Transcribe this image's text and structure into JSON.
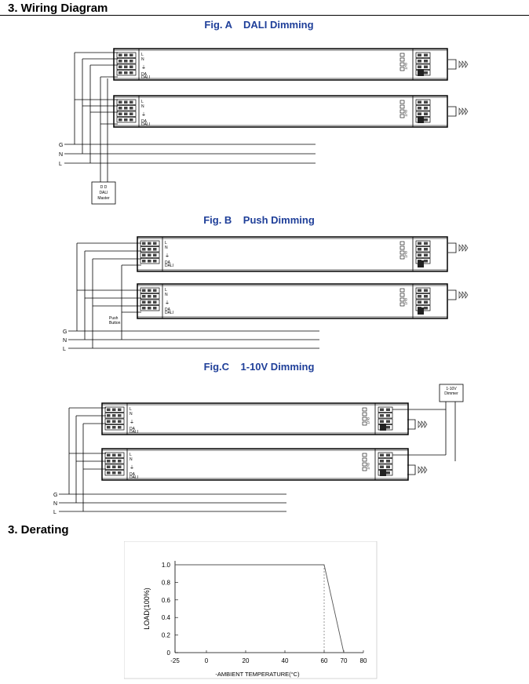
{
  "sections": {
    "wiring_title": "3.  Wiring Diagram",
    "derating_title": "3.  Derating"
  },
  "figures": {
    "a_title": "Fig. A    DALI Dimming",
    "b_title": "Fig. B    Push Dimming",
    "c_title": "Fig.C    1-10V Dimming"
  },
  "wiring": {
    "line_labels": [
      "G",
      "N",
      "L"
    ],
    "terminal_labels": {
      "l": "L",
      "n": "N",
      "earth": "⏚",
      "da": "DA",
      "dali": "DALI"
    },
    "out_label": "OUT",
    "dali_master_label": [
      "D  D",
      "DALI",
      "Master"
    ],
    "push_button_label": [
      "Push",
      "Button"
    ],
    "dimmer_label": [
      "1-10V",
      "Dimmer"
    ]
  },
  "colors": {
    "figure_title": "#1f3f99",
    "line": "#000000",
    "grid": "#bbbbbb"
  },
  "chart_data": {
    "type": "line",
    "title": "",
    "xlabel": "-AMBIENT TEMPERATURE(°C)",
    "ylabel": "LOAD(100%)",
    "x_ticks": [
      -25,
      0,
      20,
      40,
      60,
      70,
      80
    ],
    "x_tick_labels": [
      "-25",
      "0",
      "20",
      "40",
      "60",
      "70",
      "80"
    ],
    "y_ticks": [
      0,
      0.2,
      0.4,
      0.6,
      0.8,
      1.0
    ],
    "y_tick_labels": [
      "0",
      "0.2",
      "0.4",
      "0.6",
      "0.8",
      "1.0"
    ],
    "xlim": [
      -25,
      80
    ],
    "ylim": [
      0,
      1.0
    ],
    "grid": false,
    "series": [
      {
        "x": [
          -25,
          60,
          70
        ],
        "y": [
          1.0,
          1.0,
          0
        ]
      }
    ]
  }
}
